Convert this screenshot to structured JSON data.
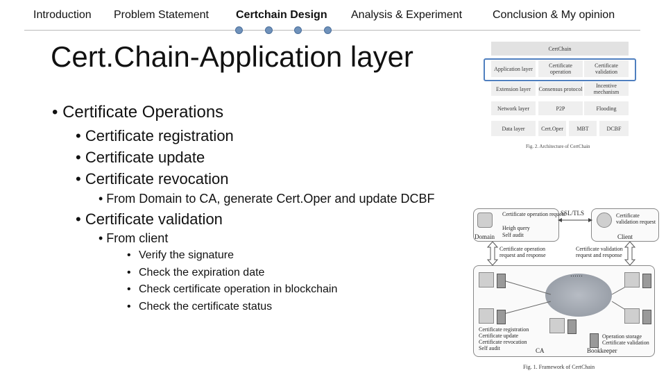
{
  "nav": {
    "items": [
      {
        "label": "Introduction",
        "active": false
      },
      {
        "label": "Problem Statement",
        "active": false
      },
      {
        "label": "Certchain Design",
        "active": true
      },
      {
        "label": "Analysis & Experiment",
        "active": false
      },
      {
        "label": "Conclusion & My opinion",
        "active": false
      }
    ],
    "progress_dots": 4,
    "dot_color": "#6f91ba"
  },
  "slide": {
    "title": "Cert.Chain-Application layer",
    "bullets": {
      "ops": "• Certificate Operations",
      "reg": "• Certificate registration",
      "upd": "• Certificate update",
      "rev": "• Certificate revocation",
      "rev_detail": "• From Domain to CA, generate Cert.Oper and update DCBF",
      "val": "• Certificate validation",
      "from_client": "• From client",
      "steps": [
        "Verify the signature",
        "Check the expiration date",
        "Check certificate operation in blockchain",
        "Check the certificate status"
      ]
    }
  },
  "figure2": {
    "header": "CertChain",
    "rows": [
      {
        "layer": "Application layer",
        "cells": [
          "Certificate operation",
          "Certificate validation"
        ]
      },
      {
        "layer": "Extension layer",
        "cells": [
          "Consensus protocol",
          "Incentive mechanism"
        ]
      },
      {
        "layer": "Network layer",
        "cells": [
          "P2P",
          "Flooding"
        ]
      },
      {
        "layer": "Data layer",
        "cells": [
          "Cert.Oper",
          "MBT",
          "DCBF"
        ]
      }
    ],
    "caption": "Fig. 2.  Architecture of CertChain",
    "highlight_color": "#4f7fbf"
  },
  "figure1": {
    "domain_list": [
      "Certificate operation request",
      "Heigh query",
      "Self audit"
    ],
    "domain_label": "Domain",
    "link_label": "SSL/TLS",
    "client_list": [
      "Certificate validation request"
    ],
    "client_label": "Client",
    "left_flow": "Certificate operation request and response",
    "right_flow": "Certificate validation request and response",
    "ca_list": [
      "Certificate registration",
      "Certificate update",
      "Certificate revocation",
      "Self audit"
    ],
    "ca_label": "CA",
    "bk_list": [
      "Operation storage",
      "Certificate validation"
    ],
    "bk_label": "Bookkeeper",
    "cloud_label": "……",
    "caption": "Fig. 1.  Framework of CertChain"
  }
}
